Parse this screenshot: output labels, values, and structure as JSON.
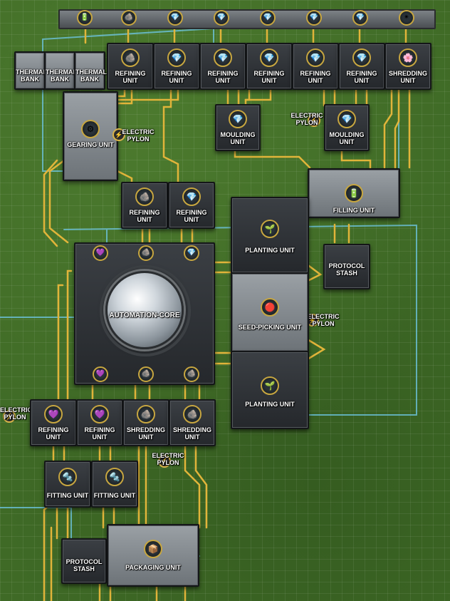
{
  "colors": {
    "grass": "#3f6a26",
    "belt": "#e1b43a",
    "power_link": "#6fc8e8",
    "machine_dark": "#2c2f33",
    "icon_ring": "#c7a640"
  },
  "top_bar": {
    "icons": [
      "battery-icon",
      "ore-icon",
      "crystal-icon",
      "crystal-icon",
      "crystal-icon",
      "crystal-icon",
      "crystal-icon",
      "ore-cluster-icon"
    ]
  },
  "thermal_banks": [
    {
      "label": "THERMAL BANK"
    },
    {
      "label": "THERMAL BANK"
    },
    {
      "label": "THERMAL BANK"
    }
  ],
  "top_row": [
    {
      "label": "REFINING UNIT",
      "icon": "ore-icon"
    },
    {
      "label": "REFINING UNIT",
      "icon": "crystal-icon"
    },
    {
      "label": "REFINING UNIT",
      "icon": "crystal-icon"
    },
    {
      "label": "REFINING UNIT",
      "icon": "crystal-icon"
    },
    {
      "label": "REFINING UNIT",
      "icon": "crystal-icon"
    },
    {
      "label": "REFINING UNIT",
      "icon": "crystal-icon"
    },
    {
      "label": "SHREDDING UNIT",
      "icon": "pink-crystal-icon"
    }
  ],
  "gearing_unit": {
    "label": "GEARING UNIT"
  },
  "moulding_units": [
    {
      "label": "MOULDING UNIT"
    },
    {
      "label": "MOULDING UNIT"
    }
  ],
  "pylons": [
    {
      "label": "ELECTRIC PYLON"
    },
    {
      "label": "ELECTRIC PYLON"
    },
    {
      "label": "ELECTRIC PYLON"
    },
    {
      "label": "ELECTRIC PYLON"
    },
    {
      "label": "ELECTRIC PYLON"
    }
  ],
  "filling_unit": {
    "label": "FILLING UNIT"
  },
  "mid_refining": [
    {
      "label": "REFINING UNIT"
    },
    {
      "label": "REFINING UNIT"
    }
  ],
  "planting_units": [
    {
      "label": "PLANTING UNIT"
    },
    {
      "label": "PLANTING UNIT"
    }
  ],
  "protocol_stashes": [
    {
      "label": "PROTOCOL STASH"
    },
    {
      "label": "PROTOCOL STASH"
    }
  ],
  "core": {
    "label": "AUTOMATION-CORE"
  },
  "seed_picking": {
    "label": "SEED-PICKING UNIT"
  },
  "bottom_row": [
    {
      "label": "REFINING UNIT"
    },
    {
      "label": "REFINING UNIT"
    },
    {
      "label": "SHREDDING UNIT"
    },
    {
      "label": "SHREDDING UNIT"
    }
  ],
  "fitting_units": [
    {
      "label": "FITTING UNIT"
    },
    {
      "label": "FITTING UNIT"
    }
  ],
  "packaging_unit": {
    "label": "PACKAGING UNIT"
  }
}
